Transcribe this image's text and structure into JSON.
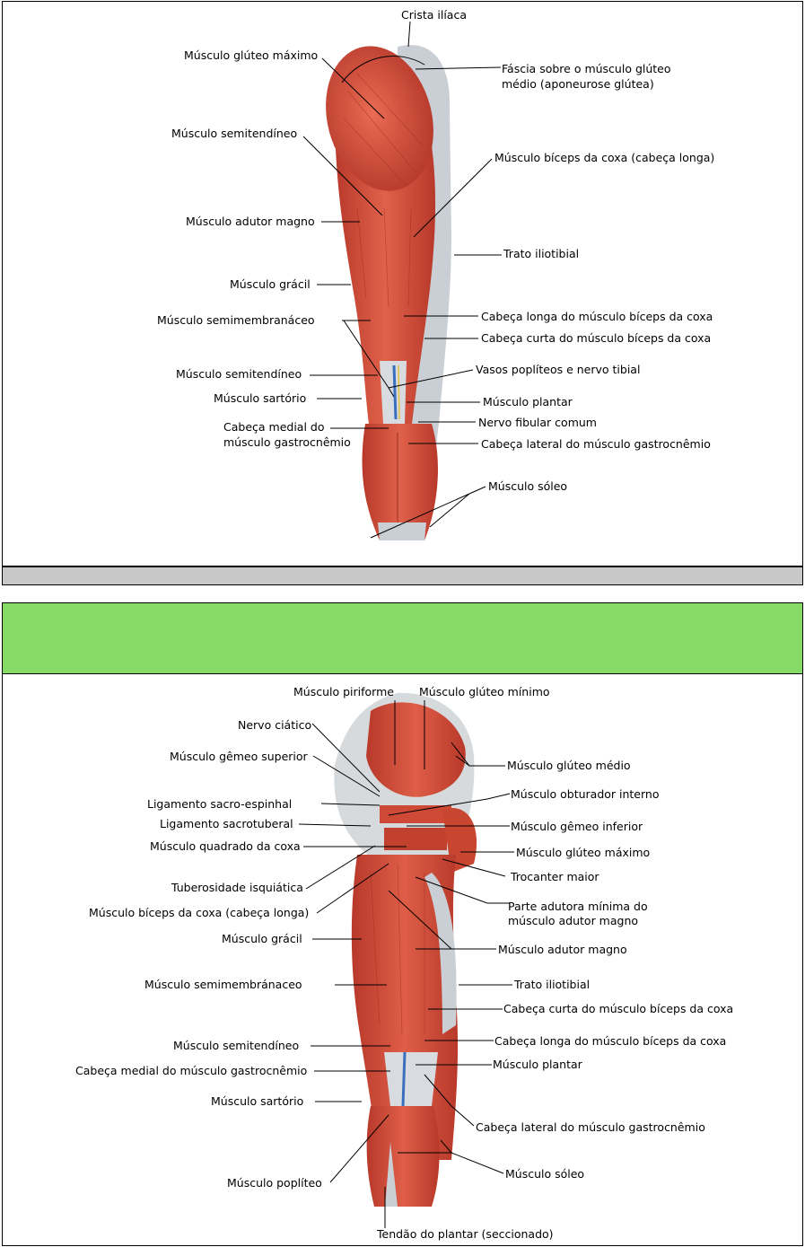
{
  "figure1": {
    "labels": {
      "crista_iliaca": "Crista ilíaca",
      "gluteo_maximo": "Músculo glúteo máximo",
      "fascia_1": "Fáscia sobre o músculo glúteo",
      "fascia_2": "médio (aponeurose glútea)",
      "semitendineo_top": "Músculo semitendíneo",
      "biceps_longa": "Músculo bíceps da coxa (cabeça longa)",
      "adutor_magno": "Músculo adutor magno",
      "trato_iliotibial": "Trato iliotibial",
      "gracil": "Músculo grácil",
      "semimembranaceo": "Músculo semimembranáceo",
      "cabeca_longa_biceps": "Cabeça longa do músculo bíceps da coxa",
      "cabeca_curta_biceps": "Cabeça curta do músculo bíceps da coxa",
      "semitendineo_low": "Músculo semitendíneo",
      "vasos_popliteos": "Vasos poplíteos e nervo tibial",
      "sartorio": "Músculo sartório",
      "plantar": "Músculo plantar",
      "cabeca_medial_1": "Cabeça medial do",
      "cabeca_medial_2": "músculo gastrocnêmio",
      "nervo_fibular": "Nervo fibular comum",
      "cabeca_lateral": "Cabeça lateral do músculo gastrocnêmio",
      "soleo": "Músculo sóleo"
    }
  },
  "figure2": {
    "labels": {
      "piriforme": "Músculo piriforme",
      "gluteo_minimo": "Músculo glúteo mínimo",
      "nervo_ciatico": "Nervo ciático",
      "gemeo_superior": "Músculo gêmeo superior",
      "gluteo_medio": "Músculo glúteo médio",
      "obturador_interno": "Músculo obturador interno",
      "lig_sacroespinhal": "Ligamento sacro-espinhal",
      "lig_sacrotuberal": "Ligamento sacrotuberal",
      "gemeo_inferior": "Músculo gêmeo inferior",
      "quadrado_coxa": "Músculo quadrado da coxa",
      "gluteo_maximo": "Músculo glúteo máximo",
      "trocanter_maior": "Trocanter maior",
      "tuberosidade": "Tuberosidade isquiática",
      "parte_adutora_1": "Parte adutora mínima do",
      "parte_adutora_2": "músculo adutor magno",
      "biceps_longa": "Músculo bíceps da coxa (cabeça longa)",
      "gracil": "Músculo grácil",
      "adutor_magno": "Músculo adutor magno",
      "semimembranaceo": "Músculo semimembránaceo",
      "trato_iliotibial": "Trato iliotibial",
      "cabeca_curta": "Cabeça curta do músculo bíceps da coxa",
      "semitendineo": "Músculo semitendíneo",
      "cabeca_longa": "Cabeça longa do músculo bíceps da coxa",
      "cabeca_medial": "Cabeça medial do músculo gastrocnêmio",
      "plantar": "Músculo plantar",
      "sartorio": "Músculo sartório",
      "cabeca_lateral": "Cabeça lateral do músculo gastrocnêmio",
      "soleo": "Músculo sóleo",
      "popliteo": "Músculo poplíteo",
      "tendao_plantar": "Tendão do plantar (seccionado)"
    }
  },
  "colors": {
    "green_header": "#86db66",
    "separator_gray": "#c8c8c8",
    "muscle_red": "#cf4a36",
    "fascia_gray": "#c9cfd4"
  }
}
